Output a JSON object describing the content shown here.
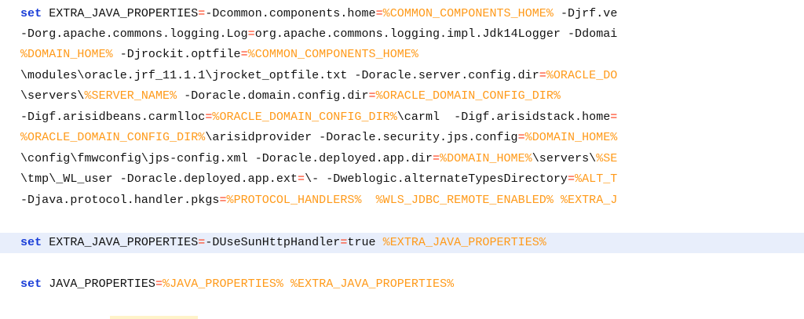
{
  "editor": {
    "colors": {
      "background": "#ffffff",
      "current_line": "#e8eefb",
      "keyword": "#1a3ed8",
      "operator": "#ff3a14",
      "variable": "#ff9a1a",
      "text": "#111111"
    },
    "lines": [
      [
        {
          "t": "kw",
          "v": "set"
        },
        {
          "t": "txt",
          "v": " EXTRA_JAVA_PROPERTIES"
        },
        {
          "t": "op",
          "v": "="
        },
        {
          "t": "txt",
          "v": "-Dcommon.components.home"
        },
        {
          "t": "op",
          "v": "="
        },
        {
          "t": "var",
          "v": "%COMMON_COMPONENTS_HOME%"
        },
        {
          "t": "txt",
          "v": " -Djrf.ve"
        }
      ],
      [
        {
          "t": "txt",
          "v": "-Dorg.apache.commons.logging.Log"
        },
        {
          "t": "op",
          "v": "="
        },
        {
          "t": "txt",
          "v": "org.apache.commons.logging.impl.Jdk14Logger -Ddomai"
        }
      ],
      [
        {
          "t": "var",
          "v": "%DOMAIN_HOME%"
        },
        {
          "t": "txt",
          "v": " -Djrockit.optfile"
        },
        {
          "t": "op",
          "v": "="
        },
        {
          "t": "var",
          "v": "%COMMON_COMPONENTS_HOME%"
        }
      ],
      [
        {
          "t": "txt",
          "v": "\\modules\\oracle.jrf_11.1.1\\jrocket_optfile.txt -Doracle.server.config.dir"
        },
        {
          "t": "op",
          "v": "="
        },
        {
          "t": "var",
          "v": "%ORACLE_DO"
        }
      ],
      [
        {
          "t": "txt",
          "v": "\\servers\\"
        },
        {
          "t": "var",
          "v": "%SERVER_NAME%"
        },
        {
          "t": "txt",
          "v": " -Doracle.domain.config.dir"
        },
        {
          "t": "op",
          "v": "="
        },
        {
          "t": "var",
          "v": "%ORACLE_DOMAIN_CONFIG_DIR%"
        }
      ],
      [
        {
          "t": "txt",
          "v": "-Digf.arisidbeans.carmlloc"
        },
        {
          "t": "op",
          "v": "="
        },
        {
          "t": "var",
          "v": "%ORACLE_DOMAIN_CONFIG_DIR%"
        },
        {
          "t": "txt",
          "v": "\\carml  -Digf.arisidstack.home"
        },
        {
          "t": "op",
          "v": "="
        }
      ],
      [
        {
          "t": "var",
          "v": "%ORACLE_DOMAIN_CONFIG_DIR%"
        },
        {
          "t": "txt",
          "v": "\\arisidprovider -Doracle.security.jps.config"
        },
        {
          "t": "op",
          "v": "="
        },
        {
          "t": "var",
          "v": "%DOMAIN_HOME%"
        }
      ],
      [
        {
          "t": "txt",
          "v": "\\config\\fmwconfig\\jps-config.xml -Doracle.deployed.app.dir"
        },
        {
          "t": "op",
          "v": "="
        },
        {
          "t": "var",
          "v": "%DOMAIN_HOME%"
        },
        {
          "t": "txt",
          "v": "\\servers\\"
        },
        {
          "t": "var",
          "v": "%SE"
        }
      ],
      [
        {
          "t": "txt",
          "v": "\\tmp\\_WL_user -Doracle.deployed.app.ext"
        },
        {
          "t": "op",
          "v": "="
        },
        {
          "t": "txt",
          "v": "\\- -Dweblogic.alternateTypesDirectory"
        },
        {
          "t": "op",
          "v": "="
        },
        {
          "t": "var",
          "v": "%ALT_T"
        }
      ],
      [
        {
          "t": "txt",
          "v": "-Djava.protocol.handler.pkgs"
        },
        {
          "t": "op",
          "v": "="
        },
        {
          "t": "var",
          "v": "%PROTOCOL_HANDLERS%"
        },
        {
          "t": "txt",
          "v": "  "
        },
        {
          "t": "var",
          "v": "%WLS_JDBC_REMOTE_ENABLED%"
        },
        {
          "t": "txt",
          "v": " "
        },
        {
          "t": "var",
          "v": "%EXTRA_J"
        }
      ],
      [],
      [
        {
          "t": "kw",
          "v": "set"
        },
        {
          "t": "txt",
          "v": " EXTRA_JAVA_PROPERTIES"
        },
        {
          "t": "op",
          "v": "="
        },
        {
          "t": "txt",
          "v": "-DUseSunHttpHandler"
        },
        {
          "t": "op",
          "v": "="
        },
        {
          "t": "txt",
          "v": "true "
        },
        {
          "t": "var",
          "v": "%EXTRA_JAVA_PROPERTIES%"
        }
      ],
      [],
      [
        {
          "t": "kw",
          "v": "set"
        },
        {
          "t": "txt",
          "v": " JAVA_PROPERTIES"
        },
        {
          "t": "op",
          "v": "="
        },
        {
          "t": "var",
          "v": "%JAVA_PROPERTIES%"
        },
        {
          "t": "txt",
          "v": " "
        },
        {
          "t": "var",
          "v": "%EXTRA_JAVA_PROPERTIES%"
        }
      ]
    ],
    "current_line_index": 11
  }
}
